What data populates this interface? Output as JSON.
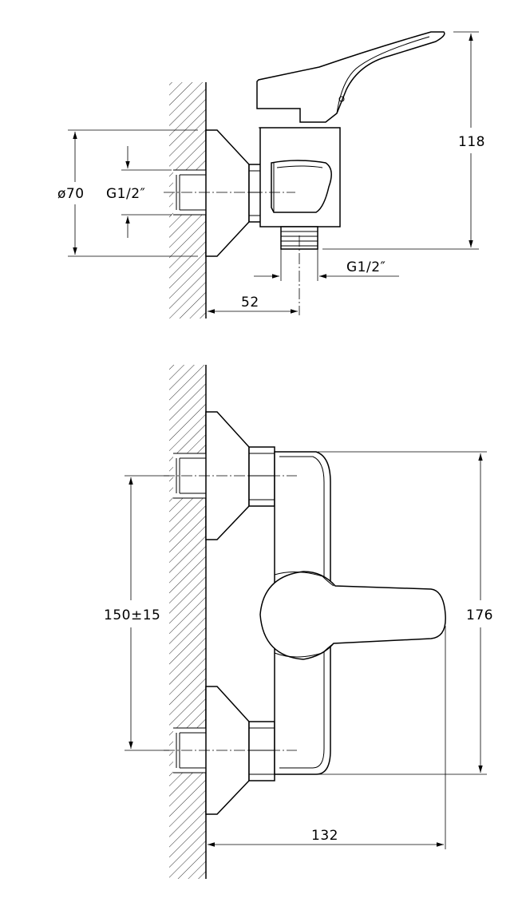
{
  "side_view": {
    "dim_height": "118",
    "dim_flange_diameter": "ø70",
    "dim_inlet_thread": "G1/2″",
    "dim_outlet_thread": "G1/2″",
    "dim_depth": "52"
  },
  "front_view": {
    "dim_inlet_spacing": "150±15",
    "dim_body_height": "176",
    "dim_total_depth": "132"
  }
}
